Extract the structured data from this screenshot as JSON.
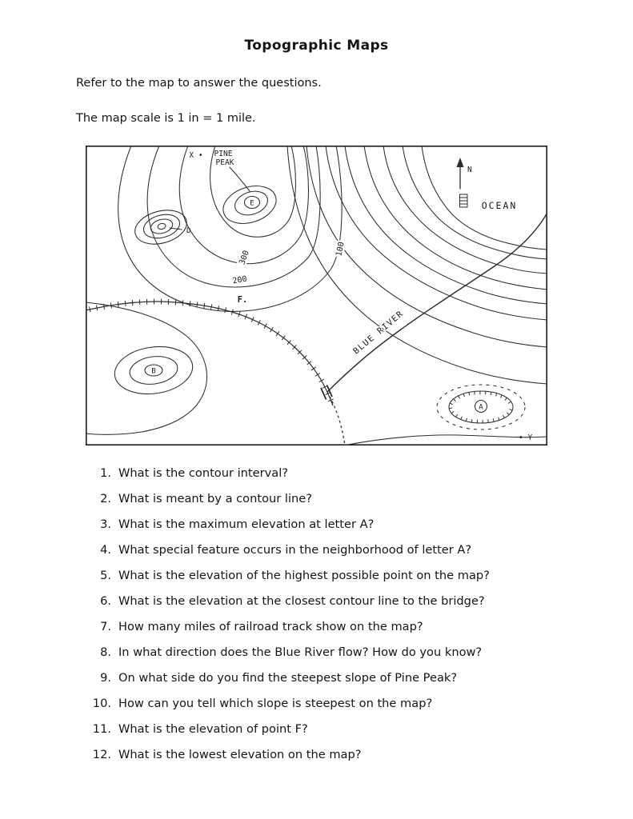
{
  "doc": {
    "title": "Topographic Maps",
    "intro1": "Refer to the map to answer the questions.",
    "intro2": "The map scale is 1 in = 1 mile."
  },
  "map": {
    "pine_peak_line1": "PINE",
    "pine_peak_line2": "PEAK",
    "x_marker": "X •",
    "y_marker": "• Y",
    "north_label": "N",
    "ocean_label": "OCEAN",
    "river_label": "BLUE RIVER",
    "contours": {
      "c100": "100",
      "c200": "200",
      "c300": "300"
    },
    "points": {
      "a": "A",
      "b": "B",
      "d": "D",
      "e": "E",
      "f": "F."
    }
  },
  "questions": [
    {
      "num": "1.",
      "text": "What is the contour interval?"
    },
    {
      "num": "2.",
      "text": "What is meant by a contour line?"
    },
    {
      "num": "3.",
      "text": "What is the maximum elevation at letter A?"
    },
    {
      "num": "4.",
      "text": "What special feature occurs in the neighborhood of letter A?"
    },
    {
      "num": "5.",
      "text": "What is the elevation of the highest possible point on the map?"
    },
    {
      "num": "6.",
      "text": "What is the elevation at the closest contour line to the bridge?"
    },
    {
      "num": "7.",
      "text": "How many miles of railroad track show on the map?"
    },
    {
      "num": "8.",
      "text": "In what direction does the Blue River flow? How do you know?"
    },
    {
      "num": "9.",
      "text": "On what side do you find the steepest slope of Pine Peak?"
    },
    {
      "num": "10.",
      "text": "How can you tell which slope is steepest on the map?"
    },
    {
      "num": "11.",
      "text": "What is the elevation of point F?"
    },
    {
      "num": "12.",
      "text": "What is the lowest elevation on the map?"
    }
  ]
}
